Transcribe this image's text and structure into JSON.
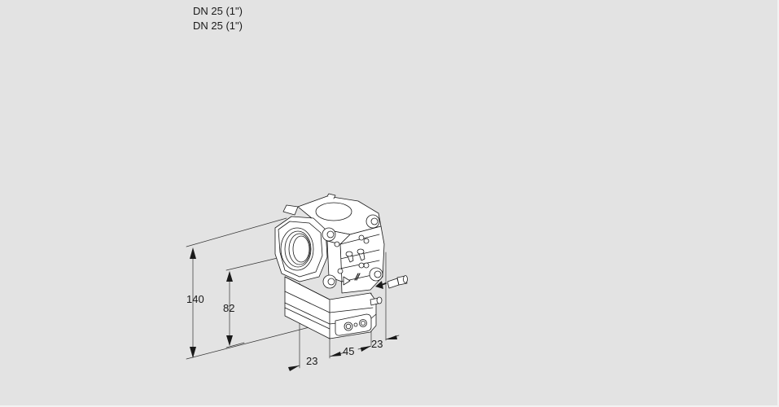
{
  "title_block": {
    "line1": "DN 25 (1\")",
    "line2": "DN 25 (1\")"
  },
  "drawing": {
    "subject": "gas valve with pressure regulator, 3D isometric line drawing",
    "line_color": "#1a1a1a",
    "body_fill": "#ffffff",
    "background": "#e3e3e3",
    "flow_arrow_icon": "arrow-left-icon",
    "flow_direction_symbol": "triangle-right-icon"
  },
  "dimensions": {
    "overall_height": "140",
    "inlet_center_height": "82",
    "depth_left": "23",
    "width_front": "45",
    "depth_right": "23"
  }
}
